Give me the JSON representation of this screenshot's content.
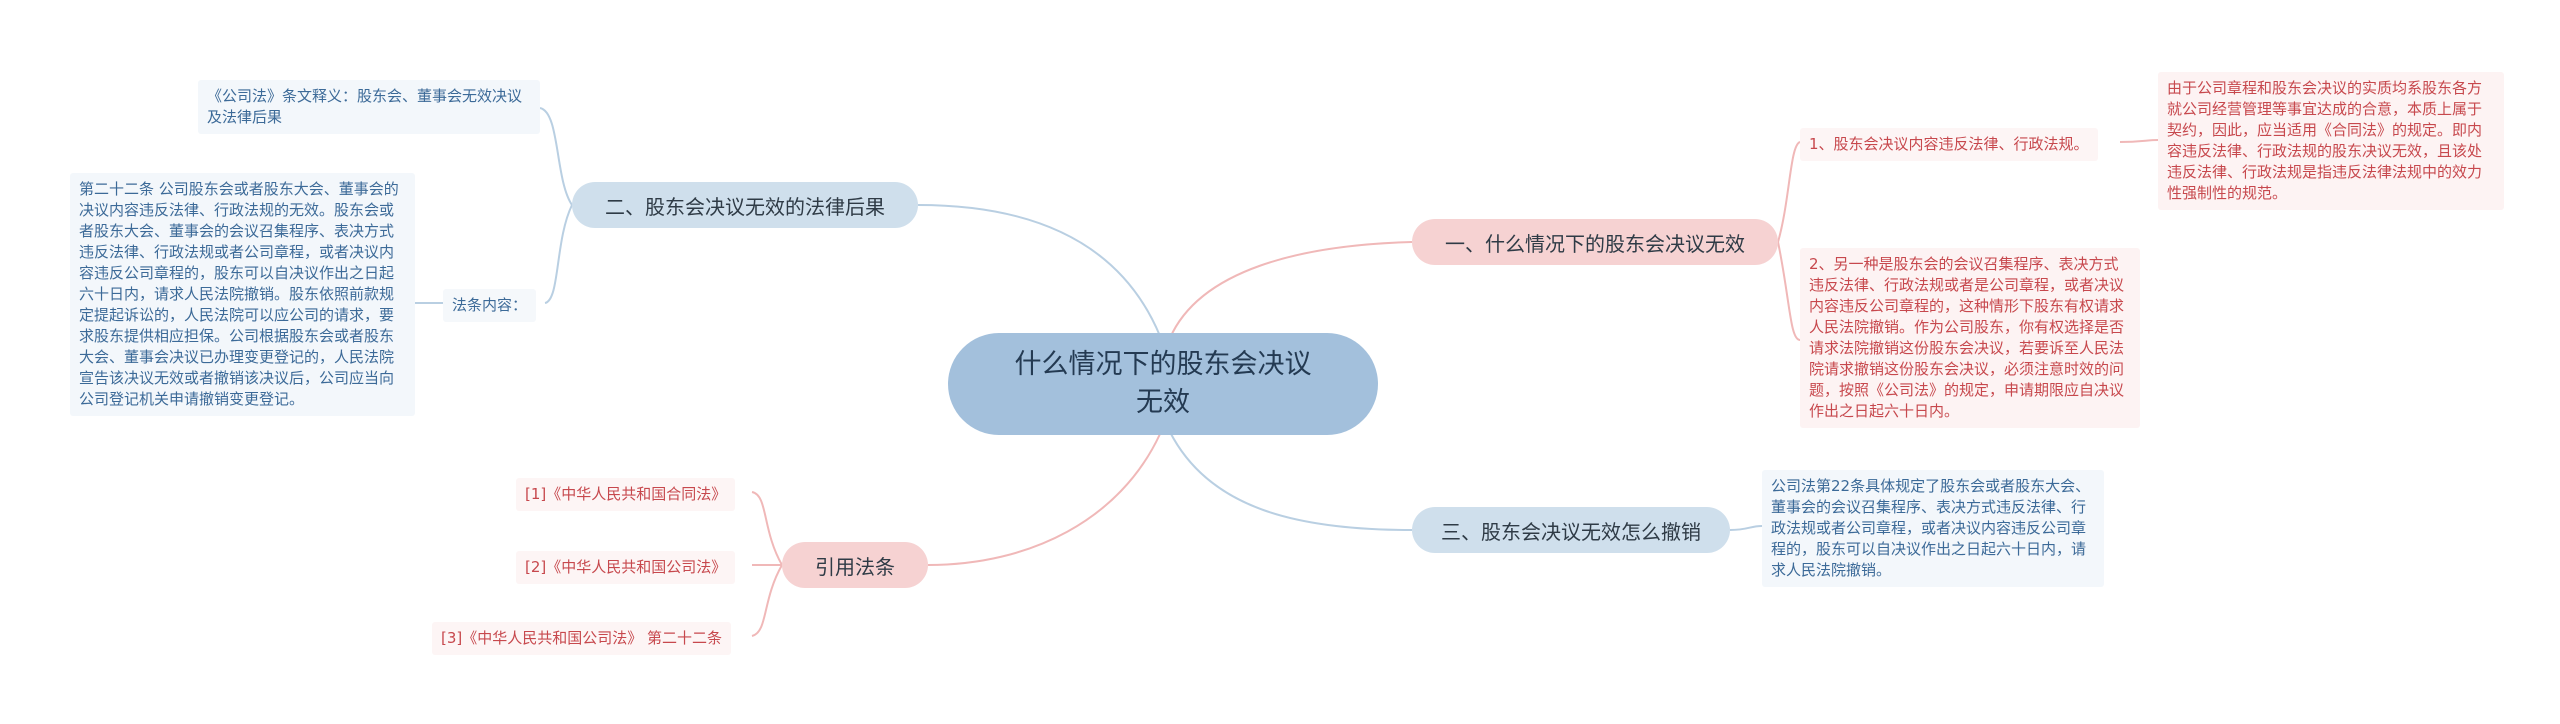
{
  "center": {
    "title": "什么情况下的股东会决议无效"
  },
  "branches": {
    "b1": {
      "label": "一、什么情况下的股东会决议无效"
    },
    "b2": {
      "label": "二、股东会决议无效的法律后果"
    },
    "b3": {
      "label": "三、股东会决议无效怎么撤销"
    },
    "b4": {
      "label": "引用法条"
    }
  },
  "leaves": {
    "b1_item1": "1、股东会决议内容违反法律、行政法规。",
    "b1_item1_detail": "由于公司章程和股东会决议的实质均系股东各方就公司经营管理等事宜达成的合意，本质上属于契约，因此，应当适用《合同法》的规定。即内容违反法律、行政法规的股东决议无效，且该处违反法律、行政法规是指违反法律法规中的效力性强制性的规范。",
    "b1_item2": "2、另一种是股东会的会议召集程序、表决方式违反法律、行政法规或者是公司章程，或者决议内容违反公司章程的，这种情形下股东有权请求人民法院撤销。作为公司股东，你有权选择是否请求法院撤销这份股东会决议，若要诉至人民法院请求撤销这份股东会决议，必须注意时效的问题，按照《公司法》的规定，申请期限应自决议作出之日起六十日内。",
    "b2_item1": "《公司法》条文释义：股东会、董事会无效决议及法律后果",
    "b2_item2": "法条内容：",
    "b2_item2_detail": "第二十二条 公司股东会或者股东大会、董事会的决议内容违反法律、行政法规的无效。股东会或者股东大会、董事会的会议召集程序、表决方式违反法律、行政法规或者公司章程，或者决议内容违反公司章程的，股东可以自决议作出之日起六十日内，请求人民法院撤销。股东依照前款规定提起诉讼的，人民法院可以应公司的请求，要求股东提供相应担保。公司根据股东会或者股东大会、董事会决议已办理变更登记的，人民法院宣告该决议无效或者撤销该决议后，公司应当向公司登记机关申请撤销变更登记。",
    "b3_item1": "公司法第22条具体规定了股东会或者股东大会、董事会的会议召集程序、表决方式违反法律、行政法规或者公司章程，或者决议内容违反公司章程的，股东可以自决议作出之日起六十日内，请求人民法院撤销。",
    "b4_item1": "[1]《中华人民共和国合同法》",
    "b4_item2": "[2]《中华人民共和国公司法》",
    "b4_item3": "[3]《中华人民共和国公司法》 第二十二条"
  },
  "colors": {
    "blue_line": "#b9cfe2",
    "red_line": "#f0b8b8",
    "center_fill": "#a3c0dc",
    "blue_branch_fill": "#cfdfec",
    "red_branch_fill": "#f6d2d2"
  }
}
